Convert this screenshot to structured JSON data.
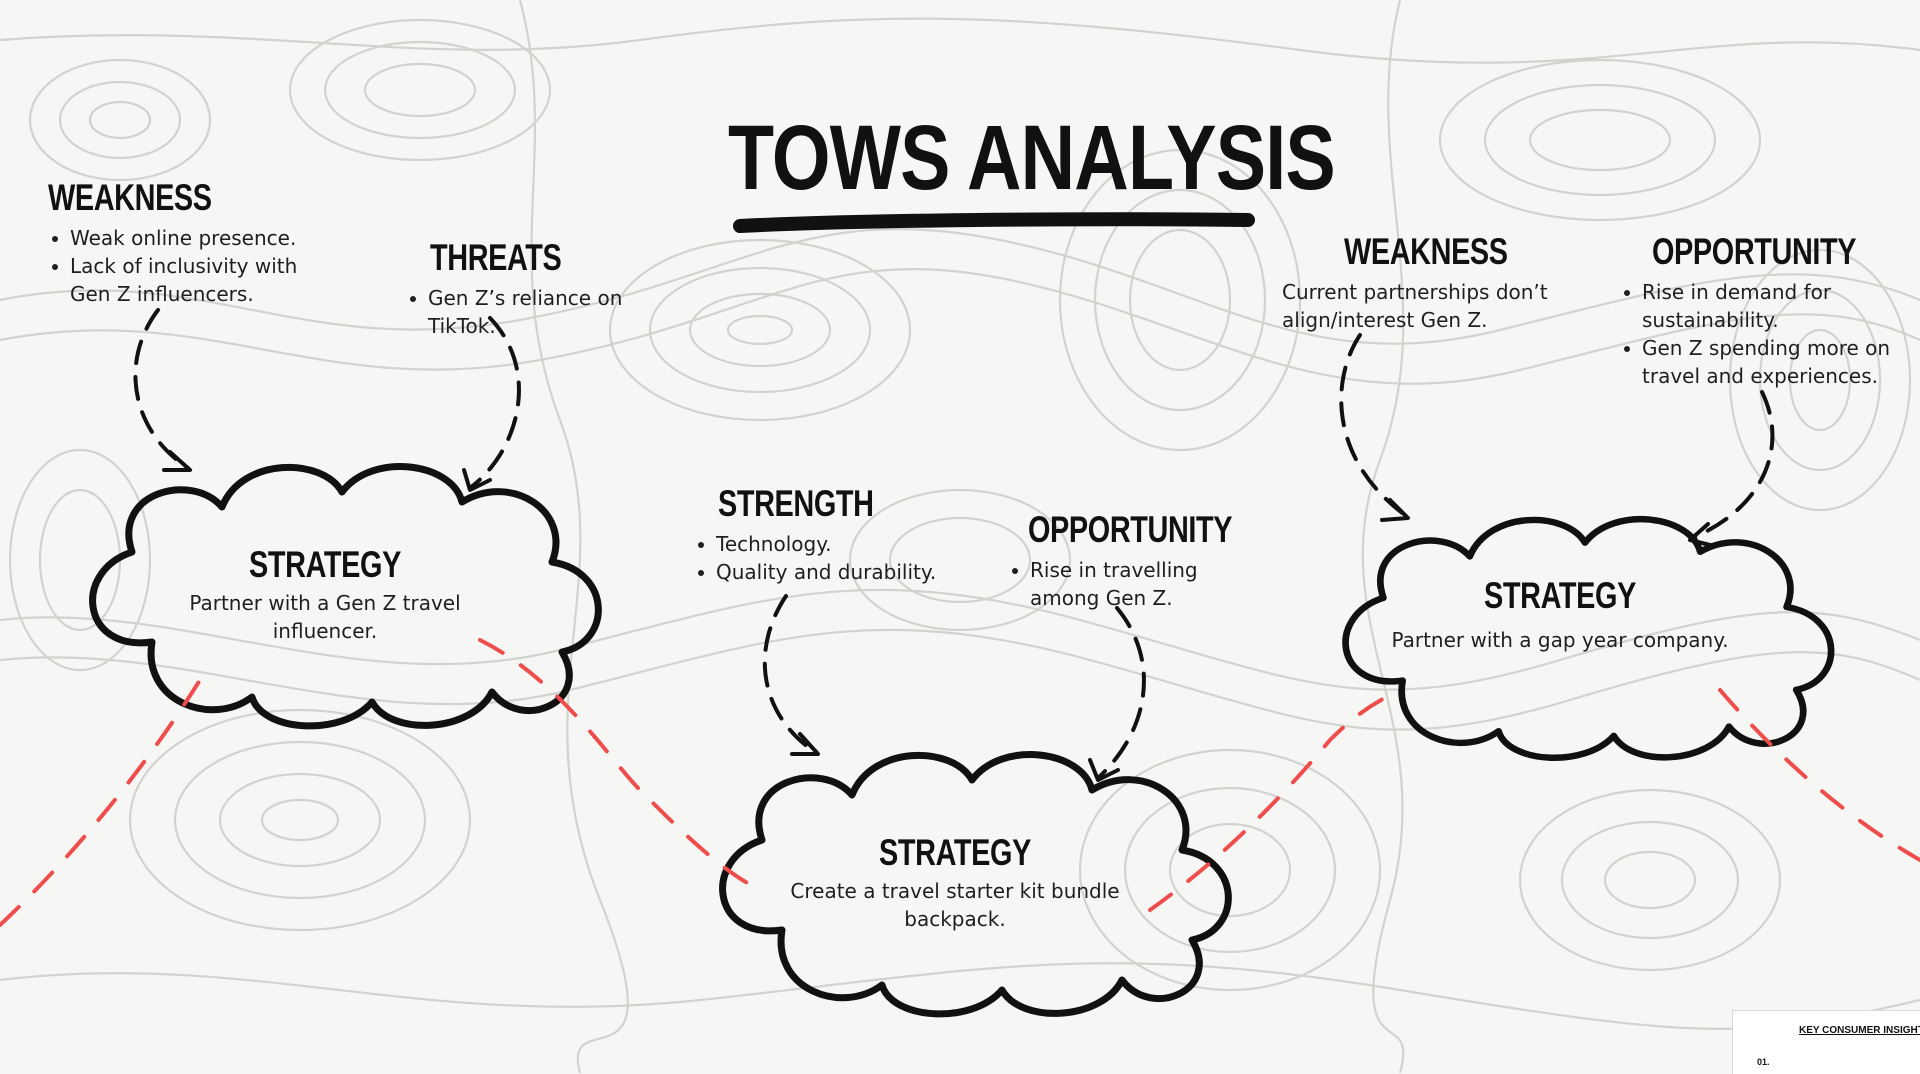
{
  "title": "TOWS ANALYSIS",
  "colors": {
    "background": "#f6f6f4",
    "contour_lines": "#d2d2cf",
    "ink": "#111111",
    "accent_red": "#ef4c4c"
  },
  "groups": [
    {
      "sources": [
        {
          "heading": "WEAKNESS",
          "items": [
            "Weak online presence.",
            "Lack of inclusivity with Gen Z influencers."
          ]
        },
        {
          "heading": "THREATS",
          "items": [
            "Gen Z’s reliance on TikTok."
          ]
        }
      ],
      "strategy": {
        "heading": "STRATEGY",
        "text": "Partner with a Gen Z travel influencer."
      }
    },
    {
      "sources": [
        {
          "heading": "STRENGTH",
          "items": [
            "Technology.",
            "Quality and durability."
          ]
        },
        {
          "heading": "OPPORTUNITY",
          "items": [
            "Rise in travelling among Gen Z."
          ]
        }
      ],
      "strategy": {
        "heading": "STRATEGY",
        "text": "Create a travel starter kit bundle backpack."
      }
    },
    {
      "sources": [
        {
          "heading": "WEAKNESS",
          "text": "Current partnerships don’t align/interest Gen Z."
        },
        {
          "heading": "OPPORTUNITY",
          "items": [
            "Rise in demand for sustainability.",
            "Gen Z spending more on travel and experiences."
          ]
        }
      ],
      "strategy": {
        "heading": "STRATEGY",
        "text": "Partner with a gap year company."
      }
    }
  ],
  "thumbnail": {
    "title": "KEY CONSUMER INSIGHTS",
    "number": "01."
  },
  "icons": [
    "dashed-curved-arrow-icon",
    "cloud-shape-icon",
    "title-underline-stroke-icon"
  ]
}
